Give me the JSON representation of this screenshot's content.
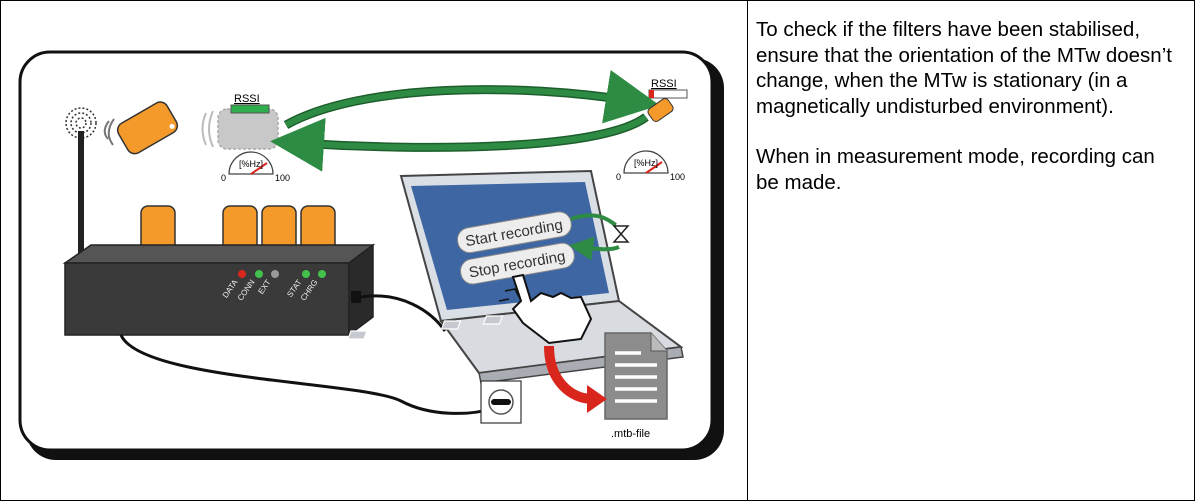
{
  "figure": {
    "rssi_label_left": "RSSI",
    "rssi_label_right": "RSSI",
    "gauge_unit_left": "[%Hz]",
    "gauge_min_left": "0",
    "gauge_max_left": "100",
    "gauge_unit_right": "[%Hz]",
    "gauge_min_right": "0",
    "gauge_max_right": "100",
    "start_button": "Start recording",
    "stop_button": "Stop recording",
    "led_labels": [
      "DATA",
      "CONN",
      "EXT",
      "STAT",
      "CHRG"
    ],
    "file_label": ".mtb-file",
    "colors": {
      "sensor_orange": "#f39a2b",
      "station_dark": "#3a3a3a",
      "arrow_green": "#2e8b43",
      "arrow_red": "#d9261c",
      "screen_blue": "#3d66a3"
    },
    "icons": [
      "antenna-signal-icon",
      "hourglass-icon",
      "hand-cursor-icon",
      "document-icon",
      "usb-port-icon"
    ]
  },
  "text": {
    "paragraph_1": "To check if the filters have been stabilised, ensure that the orientation of the MTw doesn’t change, when the MTw is stationary (in a magnetically undisturbed environment).",
    "paragraph_2": "When in measurement mode, recording can be made."
  }
}
